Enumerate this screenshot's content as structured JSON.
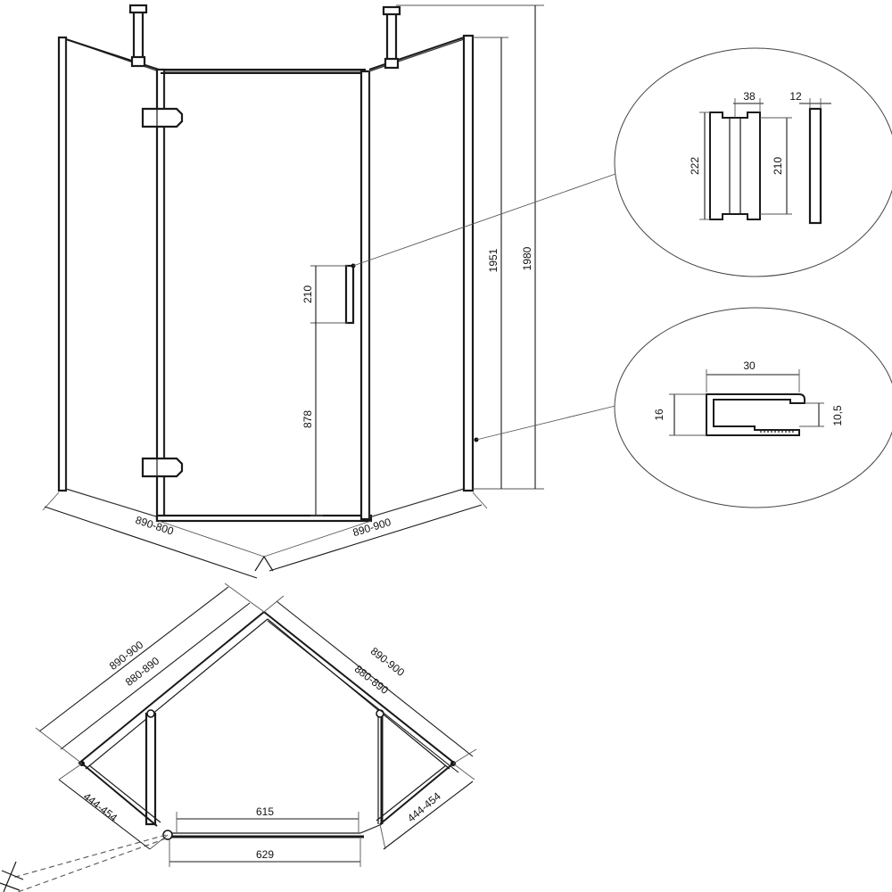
{
  "elevation": {
    "height_handle_top": "1951",
    "height_total": "1980",
    "handle_length": "210",
    "handle_height_from_floor": "878",
    "width_left": "890-800",
    "width_right": "890-900"
  },
  "handle_detail": {
    "depth": "38",
    "thickness": "12",
    "overall_length": "222",
    "grip_length": "210"
  },
  "profile_detail": {
    "width": "30",
    "height": "16",
    "inner_height": "10,5"
  },
  "plan": {
    "left_outer": "890-900",
    "left_inner": "880-890",
    "right_outer": "890-900",
    "right_inner": "880-890",
    "left_fixed": "444-454",
    "right_fixed": "444-454",
    "door_inner": "615",
    "door_outer": "629"
  }
}
